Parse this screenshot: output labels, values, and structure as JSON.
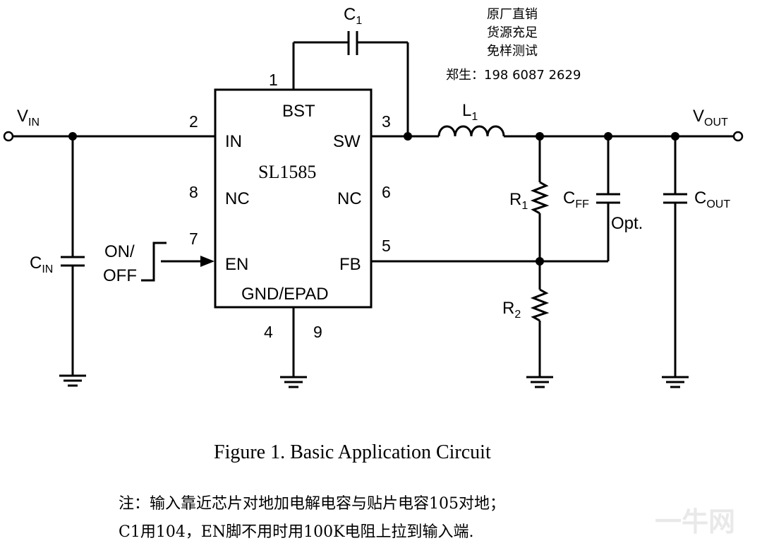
{
  "chip": {
    "name": "SL1585",
    "pins": {
      "bst": "BST",
      "in": "IN",
      "sw": "SW",
      "nc_left": "NC",
      "nc_right": "NC",
      "en": "EN",
      "fb": "FB",
      "gnd": "GND/EPAD"
    },
    "pin_numbers": {
      "p1": "1",
      "p2": "2",
      "p3": "3",
      "p4": "4",
      "p5": "5",
      "p6": "6",
      "p7": "7",
      "p8": "8",
      "p9": "9"
    }
  },
  "labels": {
    "vin_main": "V",
    "vin_sub": "IN",
    "vout_main": "V",
    "vout_sub": "OUT",
    "c1_main": "C",
    "c1_sub": "1",
    "l1_main": "L",
    "l1_sub": "1",
    "r1_main": "R",
    "r1_sub": "1",
    "r2_main": "R",
    "r2_sub": "2",
    "cff_main": "C",
    "cff_sub": "FF",
    "cout_main": "C",
    "cout_sub": "OUT",
    "cin_main": "C",
    "cin_sub": "IN",
    "opt": "Opt.",
    "on": "ON/",
    "off": "OFF"
  },
  "promo": {
    "line1": "原厂直销",
    "line2": "货源充足",
    "line3": "免样测试",
    "contact": "郑生：198 6087 2629"
  },
  "caption": "Figure 1. Basic Application Circuit",
  "notes": {
    "line1": "注：输入靠近芯片对地加电解电容与贴片电容105对地；",
    "line2": "C1用104，EN脚不用时用100K电阻上拉到输入端."
  },
  "watermark": "一牛网"
}
